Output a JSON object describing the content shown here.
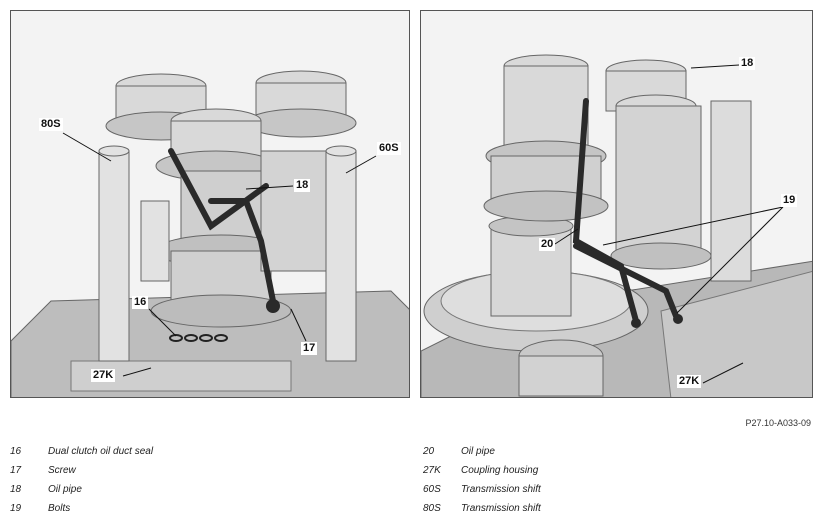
{
  "figure_id": "P27.10-A033-09",
  "left_panel": {
    "callouts": [
      "80S",
      "60S",
      "18",
      "16",
      "17",
      "27K"
    ]
  },
  "right_panel": {
    "callouts": [
      "18",
      "19",
      "20",
      "27K"
    ]
  },
  "legend_left": [
    {
      "num": "16",
      "desc": "Dual clutch oil duct seal"
    },
    {
      "num": "17",
      "desc": "Screw"
    },
    {
      "num": "18",
      "desc": "Oil pipe"
    },
    {
      "num": "19",
      "desc": "Bolts"
    }
  ],
  "legend_right": [
    {
      "num": "20",
      "desc": "Oil pipe"
    },
    {
      "num": "27K",
      "desc": "Coupling housing"
    },
    {
      "num": "60S",
      "desc": "Transmission shift"
    },
    {
      "num": "80S",
      "desc": "Transmission shift"
    }
  ]
}
